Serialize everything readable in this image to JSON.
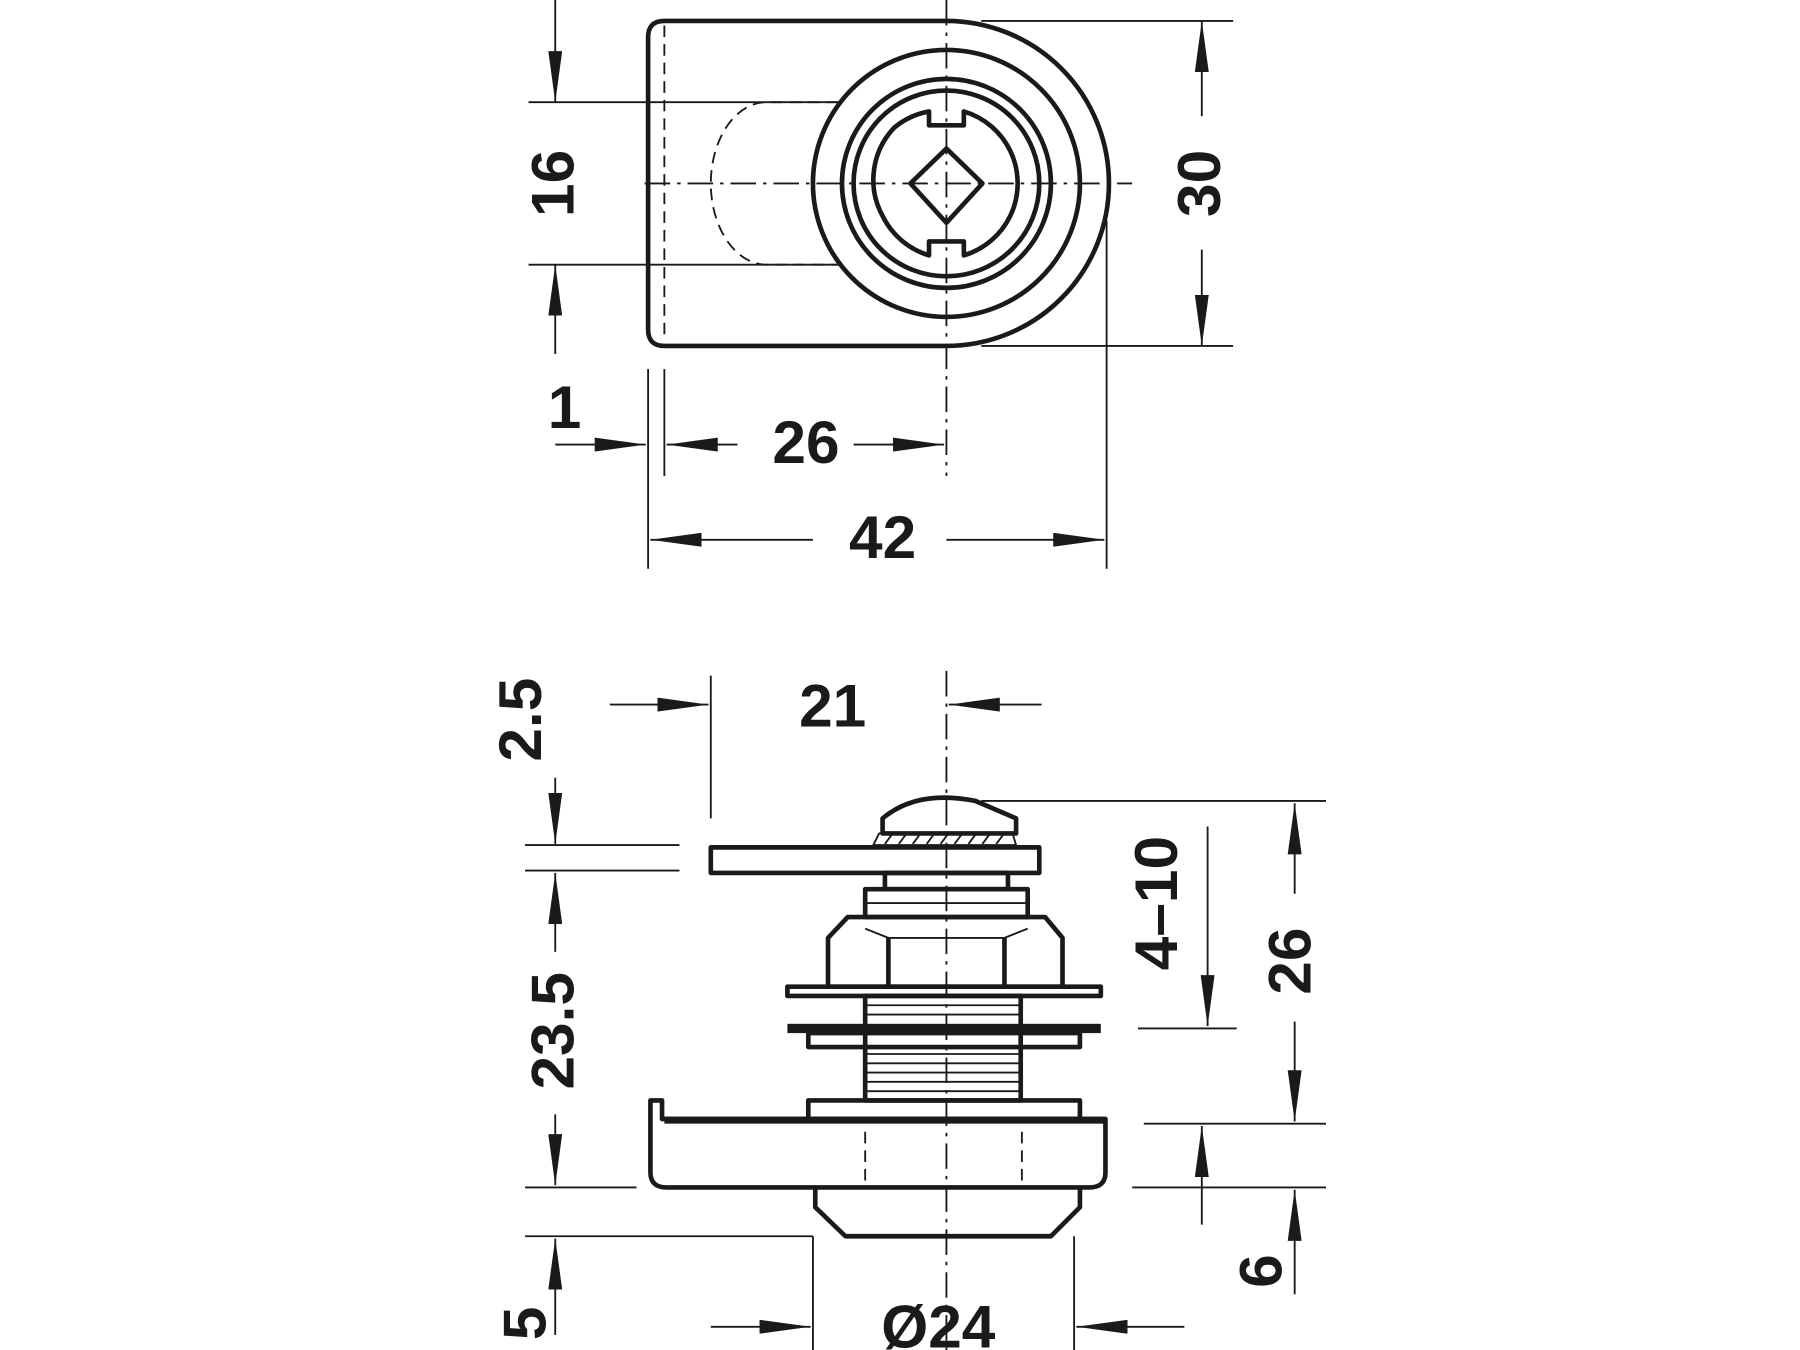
{
  "drawing": {
    "top_view": {
      "dimensions": {
        "height_inner": "16",
        "height_total": "30",
        "offset": "1",
        "center_distance": "26",
        "length_total": "42"
      }
    },
    "side_view": {
      "dimensions": {
        "cam_offset": "21",
        "top_gap": "2.5",
        "body_length": "23.5",
        "bottom_gap": "5",
        "diameter": "Ø24",
        "panel_thickness": "4–10",
        "height_total": "26",
        "flange": "6"
      }
    },
    "line_color": "#1a1a1a"
  }
}
